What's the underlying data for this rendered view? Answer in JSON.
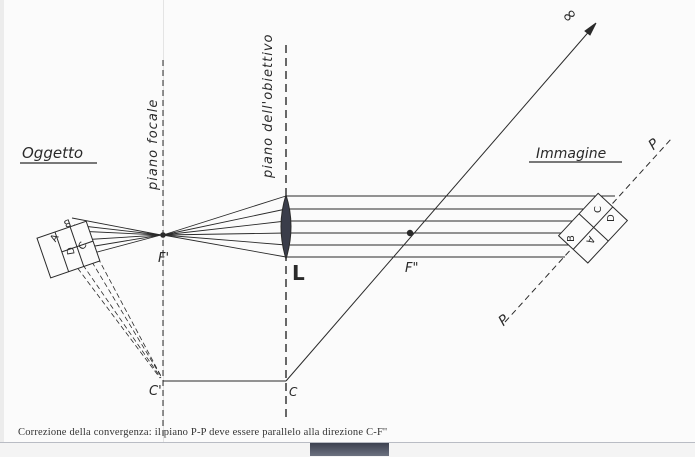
{
  "title_labels": {
    "object": "Oggetto",
    "image": "Immagine",
    "focal_plane": "piano focale",
    "objective_plane": "piano dell'obiettivo"
  },
  "point_labels": {
    "f_prime": "F'",
    "f_double_prime": "F\"",
    "lens": "L",
    "c": "C",
    "c_prime": "C'",
    "infinity": "∞",
    "p_top": "P",
    "p_bottom": "P"
  },
  "object_cells": [
    "A",
    "B",
    "C",
    "D"
  ],
  "image_cells": [
    "A",
    "B",
    "C",
    "D"
  ],
  "caption": "Correzione della convergenza: il piano P-P deve essere parallelo alla direzione C-F''",
  "colors": {
    "ink": "#2a2a2a",
    "paper": "#fbfbfb",
    "lens_fill": "#3a3d4a"
  }
}
